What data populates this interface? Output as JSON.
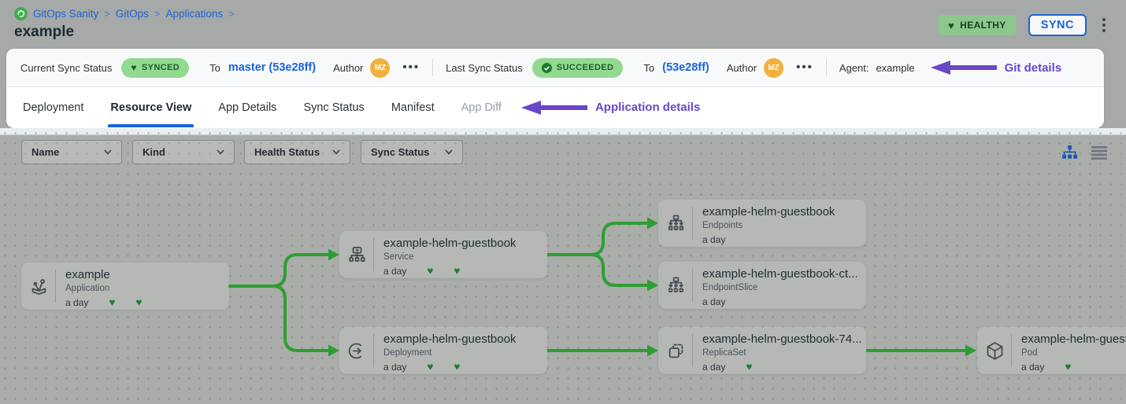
{
  "colors": {
    "accent_blue": "#1a64d9",
    "purple": "#6b46c6",
    "edge_green": "#2e9e33",
    "badge_green_bg": "#92da90",
    "badge_green_text": "#1b5e2d",
    "healthy_bg": "#8cc88d",
    "healthy_text": "#143d1f",
    "avatar_orange": "#f1b13c",
    "heart_green": "#1e7e34",
    "logo_green": "#3fae4e"
  },
  "header": {
    "breadcrumb": [
      "GitOps Sanity",
      "GitOps",
      "Applications"
    ],
    "separator": ">",
    "title": "example",
    "health_badge": "HEALTHY",
    "sync_button": "SYNC"
  },
  "sync_bar": {
    "current": {
      "label": "Current Sync Status",
      "badge": "SYNCED",
      "to_label": "To",
      "commit": "master (53e28ff)",
      "author_label": "Author",
      "author_initials": "MZ"
    },
    "last": {
      "label": "Last Sync Status",
      "badge": "SUCCEEDED",
      "to_label": "To",
      "commit": "(53e28ff)",
      "author_label": "Author",
      "author_initials": "MZ"
    },
    "agent_label": "Agent:",
    "agent_value": "example",
    "annotation": "Git details"
  },
  "tabs": {
    "items": [
      {
        "label": "Deployment",
        "state": "normal"
      },
      {
        "label": "Resource View",
        "state": "active"
      },
      {
        "label": "App Details",
        "state": "normal"
      },
      {
        "label": "Sync Status",
        "state": "normal"
      },
      {
        "label": "Manifest",
        "state": "normal"
      },
      {
        "label": "App Diff",
        "state": "disabled"
      }
    ],
    "annotation": "Application details"
  },
  "filters": [
    {
      "label": "Name"
    },
    {
      "label": "Kind"
    },
    {
      "label": "Health Status"
    },
    {
      "label": "Sync Status"
    }
  ],
  "view_toggle": {
    "tree_icon": "tree-view-icon",
    "list_icon": "list-view-icon"
  },
  "tree": {
    "nodes": [
      {
        "id": "application",
        "title": "example",
        "kind": "Application",
        "age": "a day",
        "hearts": 2,
        "icon": "application-icon"
      },
      {
        "id": "service",
        "title": "example-helm-guestbook",
        "kind": "Service",
        "age": "a day",
        "hearts": 2,
        "icon": "service-icon"
      },
      {
        "id": "deployment",
        "title": "example-helm-guestbook",
        "kind": "Deployment",
        "age": "a day",
        "hearts": 2,
        "icon": "deployment-icon"
      },
      {
        "id": "endpoints",
        "title": "example-helm-guestbook",
        "kind": "Endpoints",
        "age": "a day",
        "hearts": 0,
        "icon": "endpoints-icon"
      },
      {
        "id": "endpointslice",
        "title": "example-helm-guestbook-ct...",
        "kind": "EndpointSlice",
        "age": "a day",
        "hearts": 0,
        "icon": "endpointslice-icon"
      },
      {
        "id": "replicaset",
        "title": "example-helm-guestbook-74...",
        "kind": "ReplicaSet",
        "age": "a day",
        "hearts": 1,
        "icon": "replicaset-icon"
      },
      {
        "id": "pod",
        "title": "example-helm-guest",
        "kind": "Pod",
        "age": "a day",
        "hearts": 1,
        "icon": "pod-icon"
      }
    ]
  }
}
